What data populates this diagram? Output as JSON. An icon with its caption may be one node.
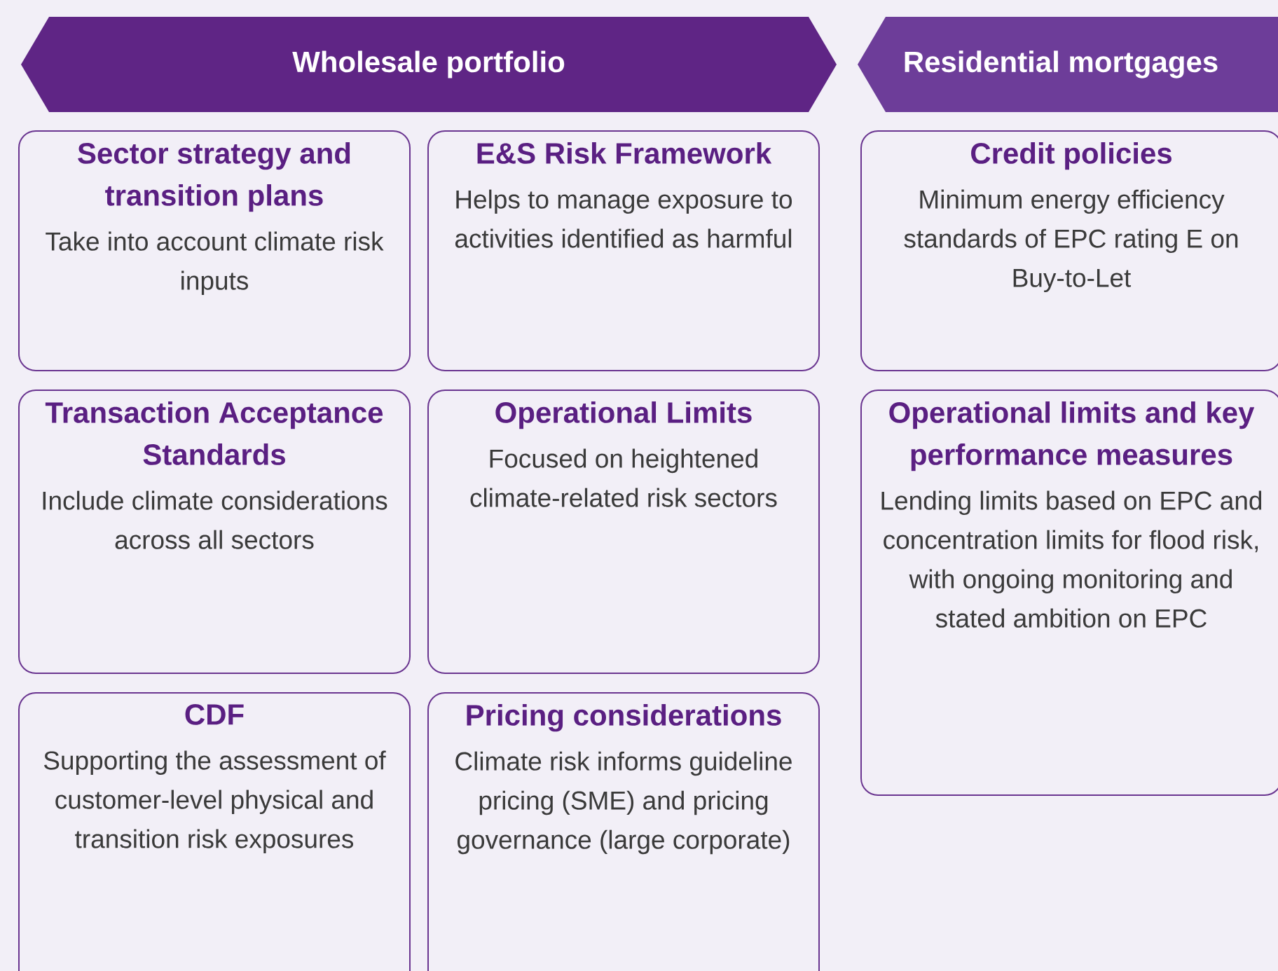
{
  "diagram": {
    "nodes": [
      {
        "text": [
          "Wholesale portfolio"
        ]
      },
      {
        "text": [
          "Residential mortgages"
        ]
      },
      {
        "text": [
          "Sector strategy and transition plans",
          "Take into account climate risk inputs"
        ]
      },
      {
        "text": [
          "E&S Risk Framework",
          "Helps to manage exposure to activities identified as harmful"
        ]
      },
      {
        "text": [
          "Transaction Acceptance Standards",
          "Include climate considerations across all sectors"
        ]
      },
      {
        "text": [
          "Operational Limits",
          "Focused on heightened climate-related risk sectors"
        ]
      },
      {
        "text": [
          "CDF",
          "Supporting the assessment of customer-level physical and transition risk exposures"
        ]
      },
      {
        "text": [
          "Pricing considerations",
          "Climate risk informs guideline pricing (SME) and pricing governance (large corporate)"
        ]
      },
      {
        "text": [
          "Credit policies",
          "Minimum energy efficiency standards of EPC rating E on Buy-to-Let"
        ]
      },
      {
        "text": [
          "Operational limits and key performance measures",
          "Lending limits based on EPC and concentration limits for flood risk, with ongoing monitoring and stated ambition on EPC"
        ]
      }
    ]
  }
}
